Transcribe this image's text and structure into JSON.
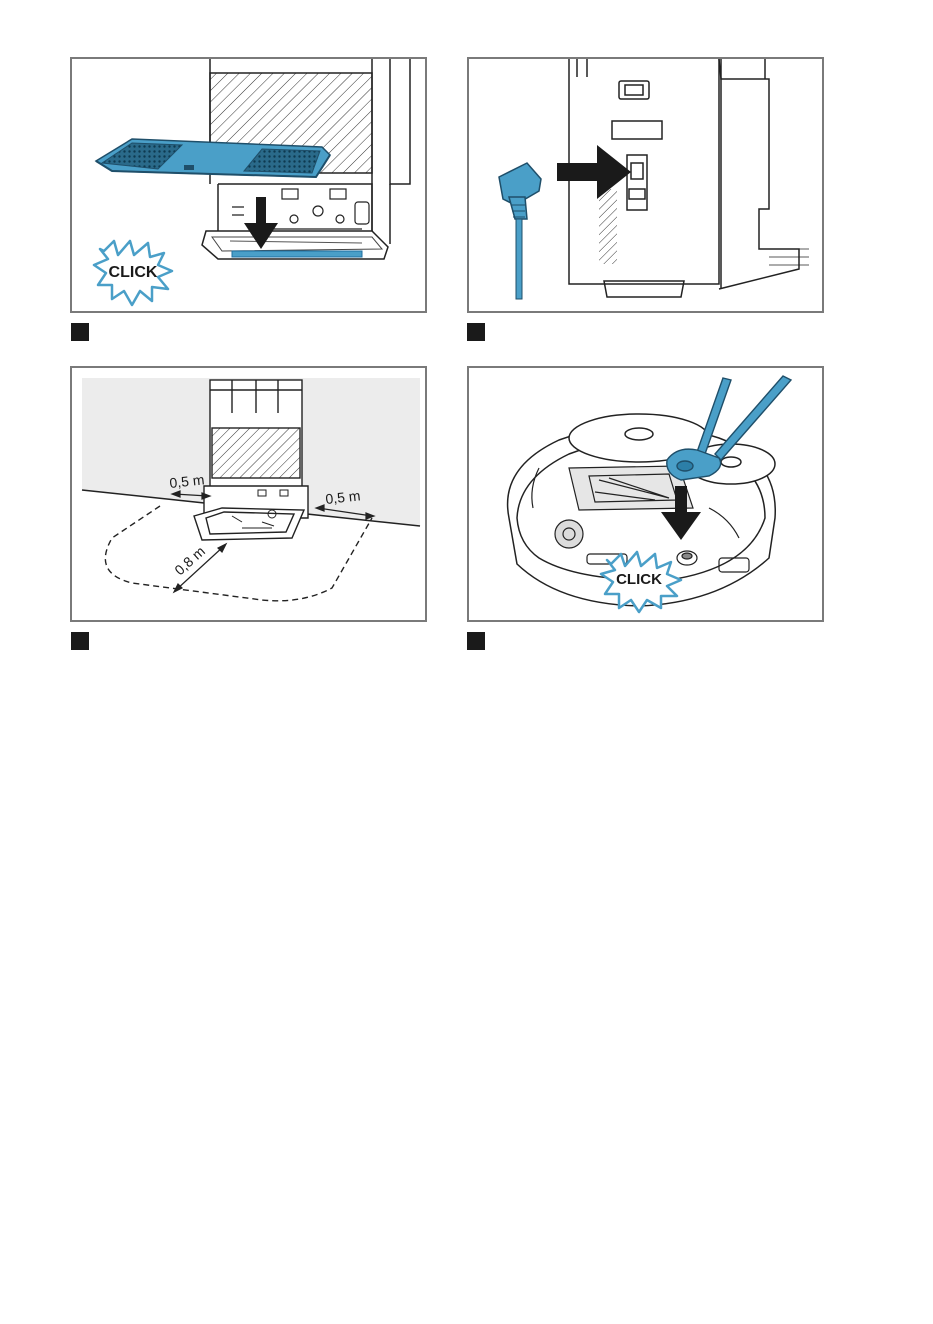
{
  "figures": {
    "fig1": {
      "click_text": "CLICK"
    },
    "fig2": {},
    "fig3": {
      "dim_left": "0,5 m",
      "dim_right": "0,5 m",
      "dim_front": "0,8 m"
    },
    "fig4": {
      "click_text": "CLICK"
    }
  },
  "colors": {
    "accent": "#4a9fc8",
    "accent_dark": "#1f6fa0",
    "frame": "#7a7a7a",
    "ink": "#1a1a1a"
  },
  "icons": [
    "down-arrow-icon",
    "right-arrow-icon",
    "click-burst-icon",
    "power-plug-icon"
  ]
}
